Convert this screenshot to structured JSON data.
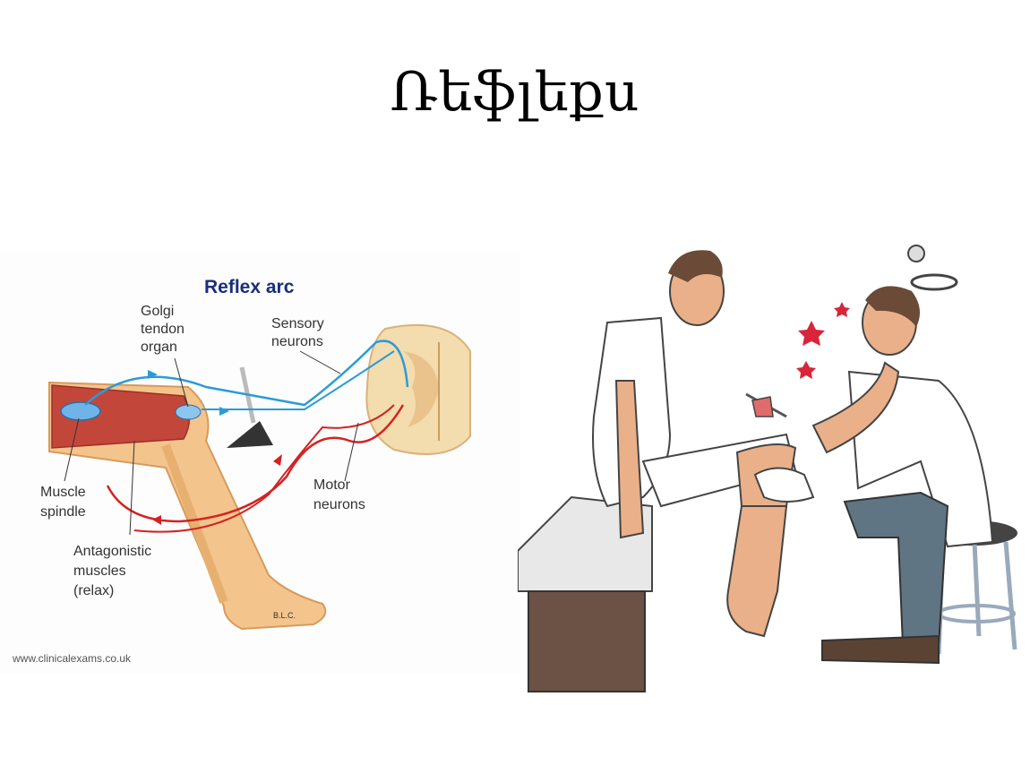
{
  "slide": {
    "title": "Ռեֆլեքս"
  },
  "diagram": {
    "title": "Reflex arc",
    "labels": {
      "golgi_1": "Golgi",
      "golgi_2": "tendon",
      "golgi_3": "organ",
      "sensory_1": "Sensory",
      "sensory_2": "neurons",
      "motor_1": "Motor",
      "motor_2": "neurons",
      "spindle_1": "Muscle",
      "spindle_2": "spindle",
      "antag_1": "Antagonistic",
      "antag_2": "muscles",
      "antag_3": "(relax)"
    },
    "credit": "www.clinicalexams.co.uk"
  },
  "colors": {
    "sensory": "#2a9bd8",
    "motor": "#d42222",
    "muscle": "#c2473a",
    "skin": "#f4c48d",
    "cord": "#f3dcae"
  },
  "cartoon": {
    "icons": [
      "doctor-icon",
      "patient-icon",
      "reflex-hammer-icon",
      "stars-icon",
      "stool-icon",
      "exam-table-icon"
    ]
  }
}
